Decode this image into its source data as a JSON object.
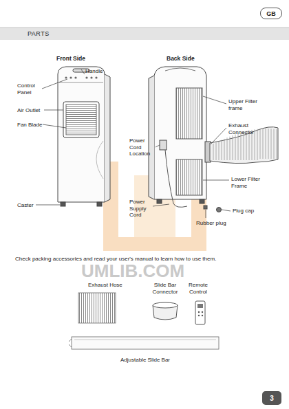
{
  "diagram": {
    "title": "PARTS",
    "nodes": [
      {
        "text": [
          "GB"
        ]
      },
      {
        "text": [
          "3"
        ]
      }
    ],
    "labels": [
      "Front Side",
      "Back Side",
      "Handle",
      "Control Panel",
      "Air Outlet",
      "Fan Blade",
      "Caster",
      "Power Cord Location",
      "Power Supply Cord",
      "Upper Filter frame",
      "Exhaust Connector",
      "Lower Filter Frame",
      "Plug cap",
      "Rubber plug",
      "Check packing accessories and read your user's manual to learn how to use them.",
      "UMLIB.COM",
      "Exhaust Hose",
      "Slide Bar Connector",
      "Remote Control",
      "Adjustable Slide Bar"
    ]
  }
}
